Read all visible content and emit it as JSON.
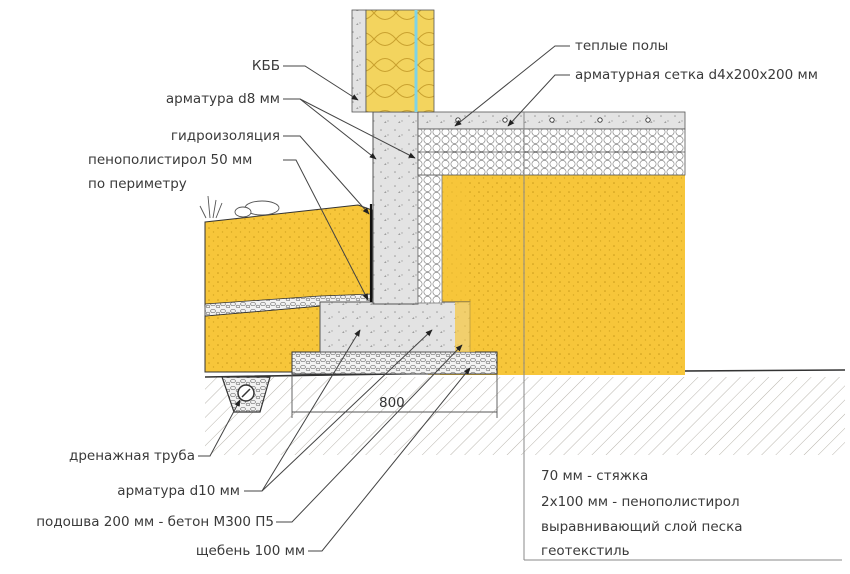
{
  "labels": {
    "kbb": "КББ",
    "rebar_d8": "арматура d8 мм",
    "waterproofing": "гидроизоляция",
    "eps_50_line1": "пенополистирол 50 мм",
    "eps_50_line2": "по периметру",
    "warm_floor": "теплые полы",
    "rebar_mesh": "арматурная сетка d4x200x200 мм",
    "drain_pipe": "дренажная труба",
    "rebar_d10": "арматура d10 мм",
    "footing": "подошва 200 мм - бетон М300 П5",
    "gravel": "щебень 100 мм"
  },
  "dimension": {
    "footing_width": "800"
  },
  "floor_layers": [
    "70 мм - стяжка",
    "2x100 мм - пенополистирол",
    "выравнивающий слой песка",
    "геотекстиль"
  ],
  "colors": {
    "sand": "#f7c63a",
    "concrete": "#e2e2e2",
    "eps": "#ffffff",
    "insulation": "#f3d86a",
    "ground": "#f4f2ee",
    "line": "#555555",
    "vapor": "#7fd3e6"
  }
}
